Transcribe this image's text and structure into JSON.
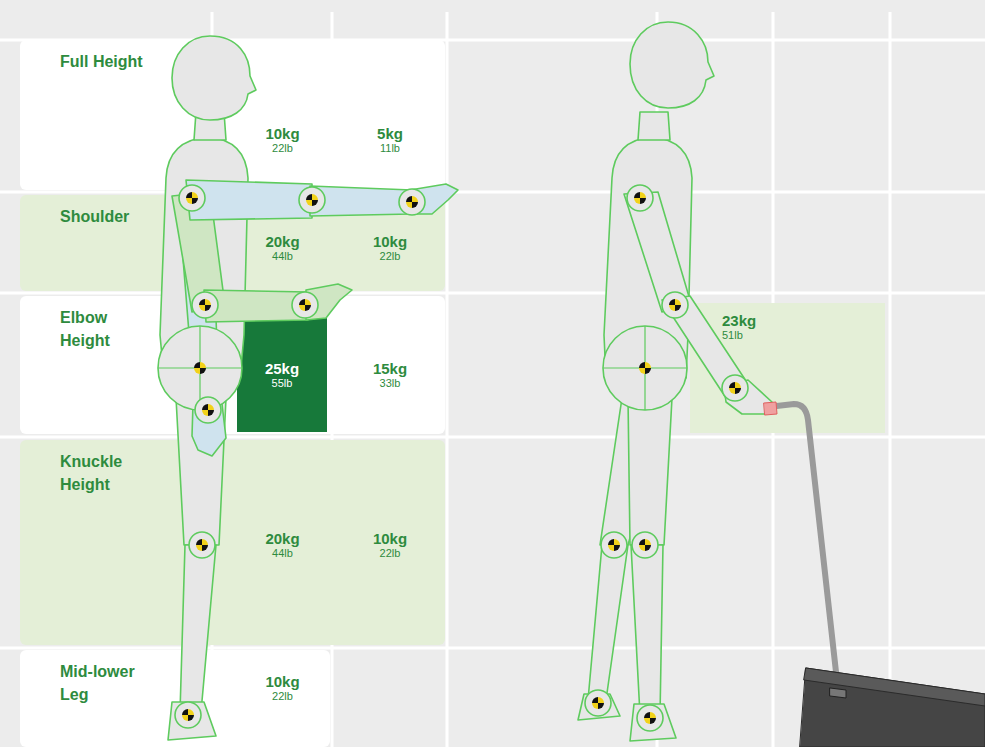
{
  "diagram": {
    "nodes": [
      {
        "text": [
          "Full Height"
        ]
      },
      {
        "text": [
          "10kg",
          "22lb"
        ],
        "in": 0
      },
      {
        "text": [
          "5kg",
          "11lb"
        ],
        "in": 0
      },
      {
        "text": [
          "Shoulder"
        ]
      },
      {
        "text": [
          "20kg",
          "44lb"
        ],
        "in": 3
      },
      {
        "text": [
          "10kg",
          "22lb"
        ],
        "in": 3
      },
      {
        "text": [
          "Elbow Height"
        ]
      },
      {
        "text": [
          "25kg",
          "55lb"
        ],
        "in": 6
      },
      {
        "text": [
          "15kg",
          "33lb"
        ],
        "in": 6
      },
      {
        "text": [
          "Knuckle Height"
        ]
      },
      {
        "text": [
          "20kg",
          "44lb"
        ],
        "in": 9
      },
      {
        "text": [
          "10kg",
          "22lb"
        ],
        "in": 9
      },
      {
        "text": [
          "Mid-lower Leg"
        ]
      },
      {
        "text": [
          "10kg",
          "22lb"
        ],
        "in": 12
      },
      {
        "text": [
          "23kg",
          "51lb"
        ]
      }
    ]
  }
}
